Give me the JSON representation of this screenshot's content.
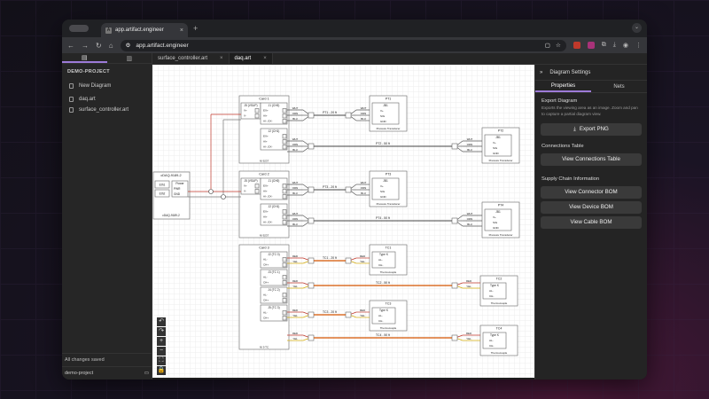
{
  "browser": {
    "tab_title": "app.artifact.engineer",
    "url": "app.artifact.engineer"
  },
  "sidebar": {
    "project": "DEMO-PROJECT",
    "new_label": "New Diagram",
    "files": [
      {
        "name": "daq.art"
      },
      {
        "name": "surface_controller.art"
      }
    ],
    "status": "All changes saved",
    "project_footer": "demo-project"
  },
  "file_tabs": [
    {
      "label": "surface_controller.art"
    },
    {
      "label": "daq.art"
    }
  ],
  "right": {
    "title": "Diagram Settings",
    "tabs": [
      "Properties",
      "Nets"
    ],
    "export_header": "Export Diagram",
    "export_desc": "Exports the viewing area as an image. Zoom and pan to capture a partial diagram view.",
    "export_btn": "Export PNG",
    "conn_header": "Connections Table",
    "conn_btn": "View Connections Table",
    "supply_header": "Supply Chain Information",
    "bom": [
      "View Connector BOM",
      "View Device BOM",
      "View Cable BOM"
    ]
  },
  "diagram": {
    "daq": {
      "title": "cDAQ-9189-2",
      "rows": [
        "Eth1",
        "Eth2"
      ],
      "j": "Power",
      "pins": [
        "PWR",
        "GND"
      ],
      "foot": "cDAQ-9189-2"
    },
    "cards": [
      {
        "title": "Card 1",
        "sub": "NI 9237",
        "groups": [
          {
            "j": "J5 (VSUP)",
            "pins": [
              "V+",
              "V-"
            ]
          },
          {
            "j": "J1 (CH0)",
            "pins": [
              "EX+",
              "AI+",
              "AI-, EX-"
            ]
          },
          {
            "j": "J2 (CH1)",
            "pins": [
              "EX+",
              "AI+",
              "AI-, EX-"
            ]
          }
        ]
      },
      {
        "title": "Card 2",
        "sub": "NI 9237",
        "groups": [
          {
            "j": "J5 (VSUP)",
            "pins": [
              "V+",
              "V-"
            ]
          },
          {
            "j": "J1 (CH0)",
            "pins": [
              "EX+",
              "AI+",
              "AI-, EX-"
            ]
          },
          {
            "j": "J2 (CH1)",
            "pins": [
              "EX+",
              "AI+",
              "AI-, EX-"
            ]
          }
        ]
      },
      {
        "title": "Card 3",
        "sub": "NI 9 TC",
        "groups": [
          {
            "j": "J2 (TC 0)",
            "pins": [
              "AL-",
              "CH+"
            ]
          },
          {
            "j": "J3 (TC 1)",
            "pins": [
              "AL-",
              "CH+"
            ]
          },
          {
            "j": "J4 (TC 2)",
            "pins": [
              "AL-",
              "CH+"
            ]
          },
          {
            "j": "J5 (TC 3)",
            "pins": [
              "AL-",
              "CH+"
            ]
          }
        ]
      }
    ],
    "pts": [
      {
        "t": "PT1",
        "j": "JB1",
        "pins": [
          "V+",
          "SIG",
          "GND"
        ],
        "foot": "Pressure Transducer"
      },
      {
        "t": "PT2",
        "j": "JB1",
        "pins": [
          "V+",
          "SIG",
          "GND"
        ],
        "foot": "Pressure Transducer"
      },
      {
        "t": "PT3",
        "j": "JB1",
        "pins": [
          "V+",
          "SIG",
          "GND"
        ],
        "foot": "Pressure Transducer"
      },
      {
        "t": "PT4",
        "j": "JB1",
        "pins": [
          "V+",
          "SIG",
          "GND"
        ],
        "foot": "Pressure Transducer"
      }
    ],
    "tcs": [
      {
        "t": "TC1",
        "j": "Type K",
        "pins": [
          "AL-",
          "CH-"
        ],
        "foot": "Thermocouple"
      },
      {
        "t": "TC2",
        "j": "Type K",
        "pins": [
          "AL-",
          "CH-"
        ],
        "foot": "Thermocouple"
      },
      {
        "t": "TC3",
        "j": "Type K",
        "pins": [
          "AL-",
          "CH-"
        ],
        "foot": "Thermocouple"
      },
      {
        "t": "TC4",
        "j": "Type K",
        "pins": [
          "AL-",
          "CH-"
        ],
        "foot": "Thermocouple"
      }
    ],
    "cables": [
      "PT1 - 20 ft",
      "PT2 - 50 ft",
      "PT3 - 20 ft",
      "PT4 - 50 ft",
      "TC1 - 20 ft",
      "TC2 - 50 ft",
      "TC3 - 20 ft",
      "TC4 - 50 ft"
    ],
    "wires_pt": [
      "WHT",
      "ORN",
      "BLU"
    ],
    "wires_tc": [
      "RED",
      "YEL"
    ]
  },
  "colors": {
    "accent": "#9d7bd8",
    "wire_red": "#c0392b",
    "wire_orange": "#d35400",
    "wire_yellow": "#d4ac0d"
  }
}
